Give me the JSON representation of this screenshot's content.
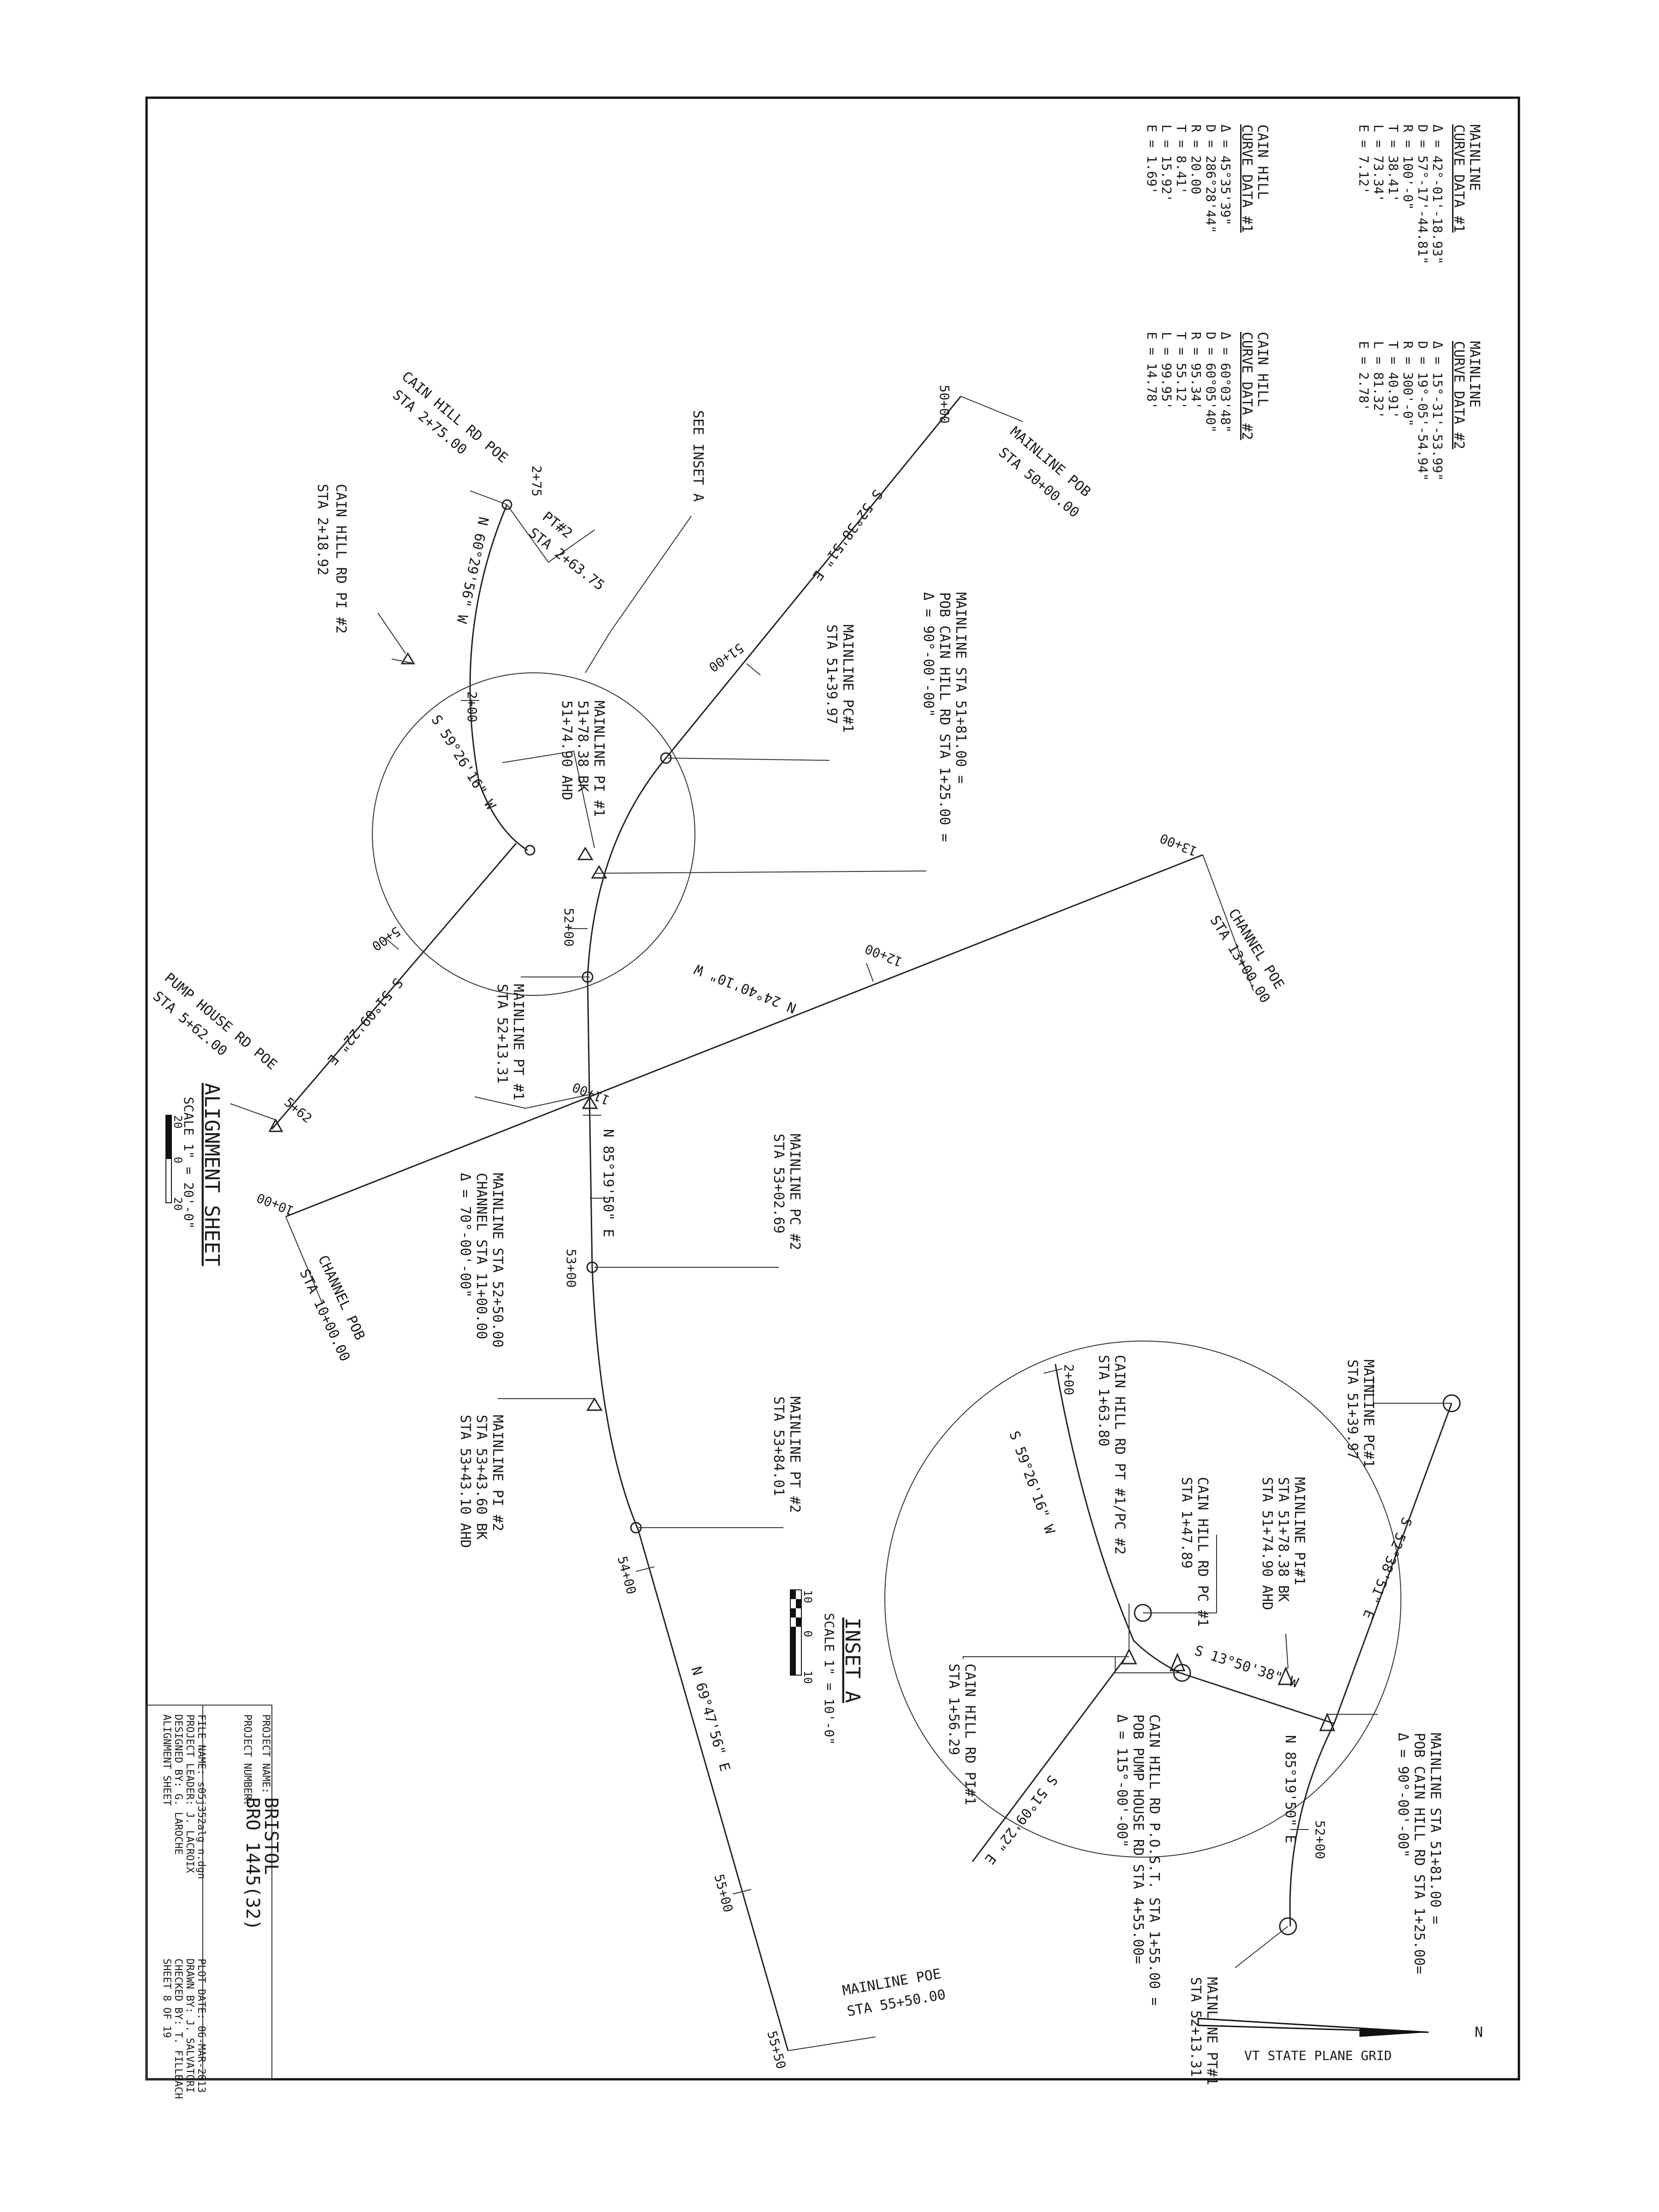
{
  "curve_data": {
    "mainline_1": {
      "title": "MAINLINE",
      "subtitle": "CURVE DATA #1",
      "lines": [
        "Δ = 42°-01'-18.93\"",
        "D = 57°-17'-44.81\"",
        "R = 100'-0\"",
        "T = 38.41'",
        "L = 73.34'",
        "E = 7.12'"
      ]
    },
    "mainline_2": {
      "title": "MAINLINE",
      "subtitle": "CURVE DATA #2",
      "lines": [
        "Δ = 15°-31'-53.99\"",
        "D = 19°-05'-54.94\"",
        "R = 300'-0\"",
        "T = 40.91'",
        "L = 81.32'",
        "E = 2.78'"
      ]
    },
    "cain_1": {
      "title": "CAIN HILL",
      "subtitle": "CURVE DATA #1",
      "lines": [
        "Δ = 45°35'39\"",
        "D = 286°28'44\"",
        "R = 20.00",
        "T = 8.41'",
        "L = 15.92'",
        "E = 1.69'"
      ]
    },
    "cain_2": {
      "title": "CAIN HILL",
      "subtitle": "CURVE DATA #2",
      "lines": [
        "Δ = 60°03'48\"",
        "D = 60°05'40\"",
        "R = 95.34'",
        "T = 55.12'",
        "L = 99.95'",
        "E = 14.78'"
      ]
    }
  },
  "labels": {
    "see_inset": "SEE INSET A",
    "cain_poe": "CAIN HILL RD POE",
    "cain_poe_sta": "STA 2+75.00",
    "cain_pi2": "CAIN HILL RD PI #2",
    "cain_pi2_sta": "STA 2+18.92",
    "pt2": "PT#2",
    "pt2_sta": "STA 2+63.75",
    "main_pob": "MAINLINE POB",
    "main_pob_sta": "STA 50+00.00",
    "main_pc1": "MAINLINE PC#1",
    "main_pc1_sta": "STA 51+39.97",
    "eq1": "MAINLINE STA 51+81.00 =",
    "eq2": "POB CAIN HILL RD STA 1+25.00 =",
    "eq3": "Δ = 90°-00'-00\"",
    "main_pi1": "MAINLINE PI #1",
    "main_pi1_bk": "51+78.38 BK",
    "main_pi1_ahd": "51+74.90 AHD",
    "channel_poe": "CHANNEL POE",
    "channel_poe_sta": "STA 13+00.00",
    "main_pt1": "MAINLINE PT #1",
    "main_pt1_sta": "STA 52+13.31",
    "pump_poe": "PUMP HOUSE RD POE",
    "pump_poe_sta": "STA 5+62.00",
    "ch_eq1": "MAINLINE STA 52+50.00",
    "ch_eq2": "CHANNEL STA 11+00.00",
    "ch_eq3": "Δ = 70°-00'-00\"",
    "main_pc2": "MAINLINE PC #2",
    "main_pc2_sta": "STA 53+02.69",
    "channel_pob": "CHANNEL POB",
    "channel_pob_sta": "STA 10+00.00",
    "main_pi2": "MAINLINE PI #2",
    "main_pi2_bk": "STA 53+43.60 BK",
    "main_pi2_ahd": "STA 53+43.10 AHD",
    "main_pt2": "MAINLINE PT #2",
    "main_pt2_sta": "STA 53+84.01",
    "main_poe": "MAINLINE POE",
    "main_poe_sta": "STA 55+50.00",
    "brg_main1": "S 52°38'51\" E",
    "brg_cain1": "N 60°29'56\" W",
    "brg_cain2": "S 59°26'16\" W",
    "brg_pump": "S 51°09'22\" E",
    "brg_channel": "N 24°40'10\" W",
    "brg_main2": "N 85°19'50\" E",
    "brg_main3": "N 69°47'56\" E"
  },
  "stations": [
    "50+00",
    "51+00",
    "2+00",
    "52+00",
    "5+00",
    "2+75",
    "5+62",
    "11+00",
    "12+00",
    "13+00",
    "10+00",
    "53+00",
    "54+00",
    "55+00",
    "55+50"
  ],
  "alignment_title": "ALIGNMENT SHEET",
  "alignment_scale": "SCALE 1\" = 20'-0\"",
  "alignment_scale_ticks": [
    "20",
    "0",
    "20"
  ],
  "inset": {
    "title": "INSET A",
    "scale": "SCALE 1\" = 10'-0\"",
    "scale_ticks": [
      "10",
      "0",
      "10"
    ],
    "pc1": "MAINLINE PC#1",
    "pc1_sta": "STA 51+39.97",
    "pi1": "MAINLINE PI#1",
    "pi1_bk": "STA 51+78.38 BK",
    "pi1_ahd": "STA 51+74.90 AHD",
    "pc_cain": "CAIN HILL RD PC #1",
    "pc_cain_sta": "STA 1+47.89",
    "pt_cain": "CAIN HILL RD PT #1/PC #2",
    "pt_cain_sta": "STA 1+63.80",
    "pi_cain": "CAIN HILL RD PI#1",
    "pi_cain_sta": "STA 1+56.29",
    "eq1": "MAINLINE STA 51+81.00 =",
    "eq2": "POB CAIN HILL RD STA 1+25.00=",
    "eq3": "Δ = 90°-00'-00\"",
    "pot1": "CAIN HILL RD P.O.S.T. STA 1+55.00 =",
    "pot2": "POB PUMP HOUSE RD STA 4+55.00=",
    "pot3": "Δ = 115°-00'-00\"",
    "pt1": "MAINLINE PT#1",
    "pt1_sta": "STA 52+13.31",
    "brg1": "S 52°38'51\" E",
    "brg2": "S 59°26'16\" W",
    "brg3": "S 13°50'38\" W",
    "brg4": "N 85°19'50\" E",
    "brg5": "S 51°09'22\" E",
    "sta_2": "2+00",
    "sta_52": "52+00"
  },
  "title_block": {
    "project_name_label": "PROJECT NAME:",
    "project_name": "BRISTOL",
    "project_number_label": "PROJECT NUMBER:",
    "project_number": "BRO 1445(32)",
    "file_name": "FILE NAME: s05j352alg n.dgn",
    "project_leader": "PROJECT LEADER: J. LACROIX",
    "designed_by": "DESIGNED BY: G. LAROCHE",
    "sheet_type": "ALIGNMENT SHEET",
    "plot_date": "PLOT DATE: 06-MAR-2013",
    "drawn_by": "DRAWN BY: J. SALVATORI",
    "checked_by": "CHECKED BY: T. FILLBACH",
    "sheet": "SHEET 8 OF 19"
  },
  "north_arrow": {
    "label": "VT STATE PLANE GRID",
    "n": "N"
  }
}
